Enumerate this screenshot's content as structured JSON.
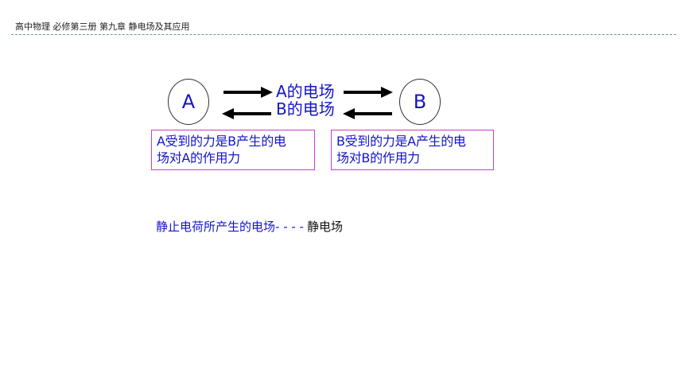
{
  "header": {
    "title": "高中物理  必修第三册 第九章 静电场及其应用"
  },
  "diagram": {
    "charge_a": "A",
    "charge_b": "B",
    "field_a_label": "A的电场",
    "field_b_label": "B的电场",
    "box_a_line1": "A受到的力是B产生的电",
    "box_a_line2": "场对A的作用力",
    "box_b_line1": "B受到的力是A产生的电",
    "box_b_line2": "场对B的作用力"
  },
  "note": {
    "definition": "静止电荷所产生的电场",
    "dashes": "- - - - ",
    "term": "静电场"
  },
  "colors": {
    "accent_blue": "#1515c8",
    "box_border": "#cc3cc6",
    "header_rule": "#6a9a94"
  }
}
